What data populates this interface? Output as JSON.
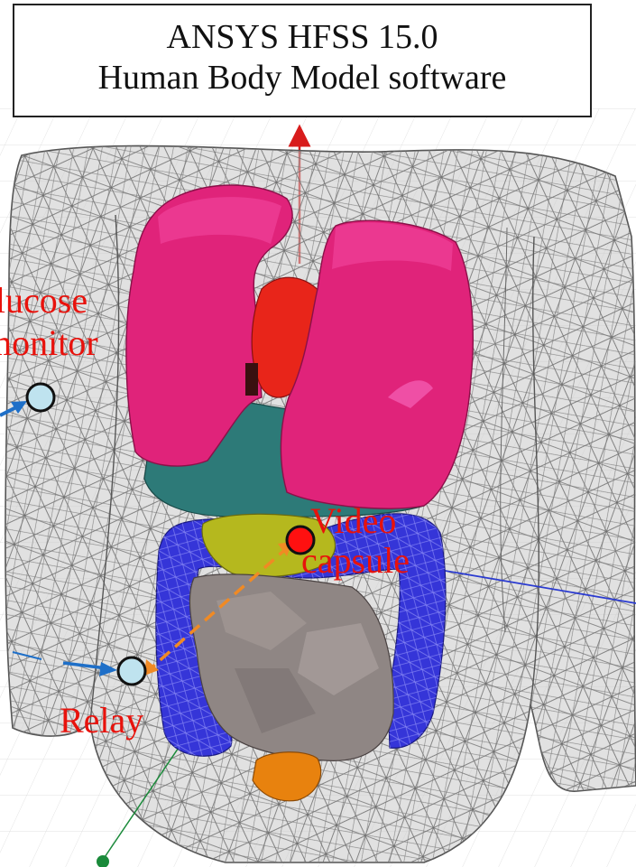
{
  "title": {
    "line1": "ANSYS HFSS 15.0",
    "line2": "Human Body Model software"
  },
  "labels": {
    "glucose_monitor": {
      "line1": "Glucose",
      "line2": "monitor"
    },
    "video_capsule": {
      "line1": "Video",
      "line2": "capsule"
    },
    "relay": "Relay"
  },
  "colors": {
    "body_wireframe": "#9a9a9a",
    "lungs": "#e0237a",
    "heart": "#e8251a",
    "liver": "#2d7a78",
    "stomach": "#b5b81e",
    "colon": "#3535d8",
    "intestine": "#8f8684",
    "bladder": "#e8820e",
    "label_red": "#e8120c",
    "node_light": "#bfe3ef",
    "node_red": "#ff1010",
    "link_orange": "#f08a24",
    "arrow_blue": "#1e6fc8",
    "axis_red": "#d81c1c",
    "axis_blue": "#2b3bd0",
    "axis_green": "#1a8a3a"
  }
}
